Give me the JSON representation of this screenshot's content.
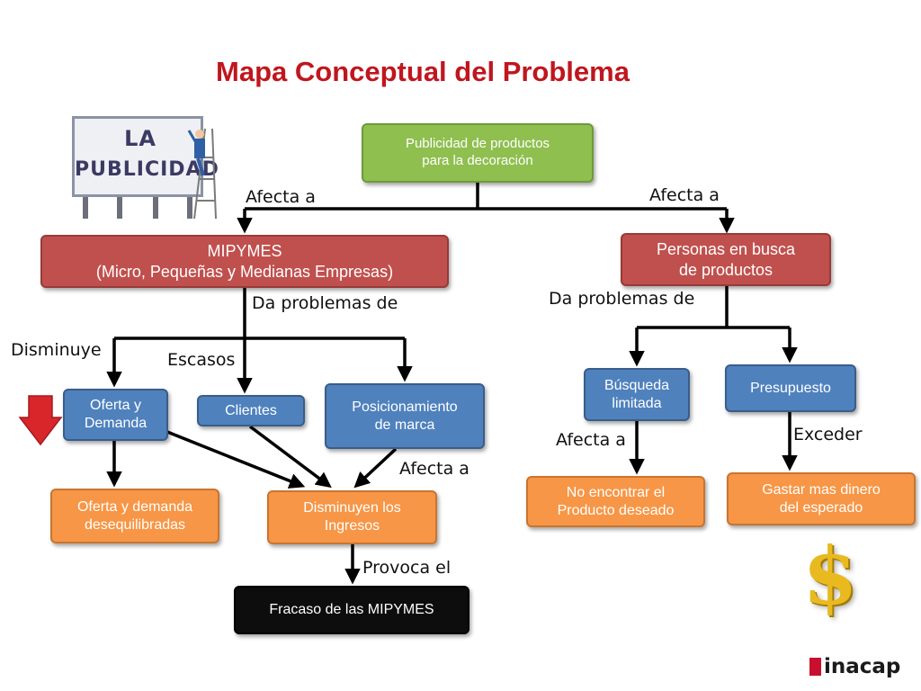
{
  "title": "Mapa Conceptual del Problema",
  "image_text": {
    "line1": "LA",
    "line2": "PUBLICIDAD"
  },
  "nodes": {
    "root": "Publicidad de productos\npara la decoración",
    "mipymes": "MIPYMES\n(Micro, Pequeñas y Medianas Empresas)",
    "personas": "Personas en busca\nde productos",
    "oferta_demanda": "Oferta y\nDemanda",
    "clientes": "Clientes",
    "posicionamiento": "Posicionamiento\nde marca",
    "busqueda": "Búsqueda\nlimitada",
    "presupuesto": "Presupuesto",
    "desequilibradas": "Oferta y demanda\ndesequilibradas",
    "disminuyen_ingresos": "Disminuyen los\nIngresos",
    "no_encontrar": "No encontrar el\nProducto deseado",
    "gastar_mas": "Gastar mas dinero\ndel esperado",
    "fracaso": "Fracaso de las MIPYMES"
  },
  "labels": {
    "afecta_left": "Afecta a",
    "afecta_right": "Afecta a",
    "da_problemas_left": "Da problemas de",
    "da_problemas_right": "Da problemas de",
    "disminuye": "Disminuye",
    "escasos": "Escasos",
    "afecta_posicionamiento": "Afecta a",
    "afecta_busqueda": "Afecta a",
    "exceder": "Exceder",
    "provoca": "Provoca el"
  },
  "icons": {
    "billboard": "billboard-image",
    "down_arrow": "arrow-down-icon",
    "dollar": "dollar-icon"
  },
  "logo": "inacap",
  "colors": {
    "title": "#c0161e",
    "green": "#8ebf4f",
    "red": "#c0504d",
    "blue": "#4f81bd",
    "orange": "#f79646",
    "black": "#0d0d0d"
  }
}
